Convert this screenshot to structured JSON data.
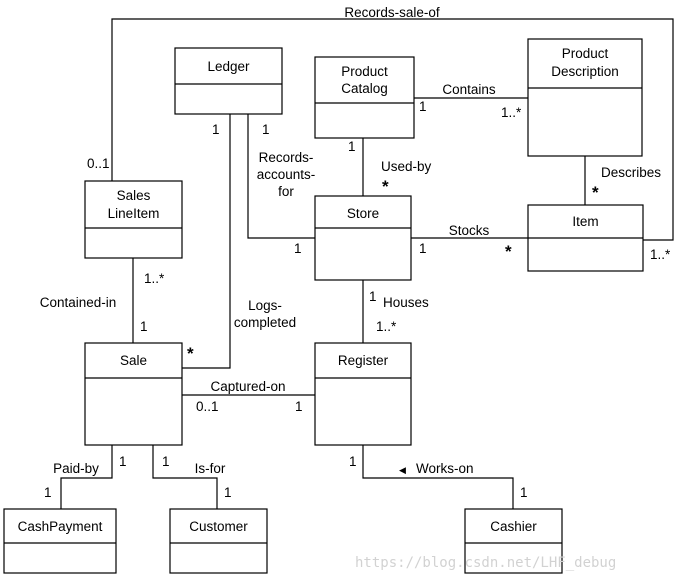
{
  "classes": {
    "ledger": "Ledger",
    "product_catalog": [
      "Product",
      "Catalog"
    ],
    "product_description": [
      "Product",
      "Description"
    ],
    "sales_lineitem": [
      "Sales",
      "LineItem"
    ],
    "store": "Store",
    "item": "Item",
    "sale": "Sale",
    "register": "Register",
    "cashpayment": "CashPayment",
    "customer": "Customer",
    "cashier": "Cashier"
  },
  "associations": {
    "records_sale_of": "Records-sale-of",
    "contains": "Contains",
    "records_accounts_for": [
      "Records-",
      "accounts-",
      "for"
    ],
    "used_by": "Used-by",
    "describes": "Describes",
    "stocks": "Stocks",
    "contained_in": "Contained-in",
    "logs_completed": [
      "Logs-",
      "completed"
    ],
    "houses": "Houses",
    "captured_on": "Captured-on",
    "paid_by": "Paid-by",
    "is_for": "Is-for",
    "works_on": "Works-on"
  },
  "multiplicities": {
    "lineitem_records_sale_of": "0..1",
    "item_records_sale_of": "1..*",
    "catalog_contains": "1",
    "description_contains": "1..*",
    "ledger_logs": "1",
    "ledger_records": "1",
    "catalog_used_by": "1",
    "store_used_by": "*",
    "description_describes": "*",
    "store_records": "1",
    "store_stocks": "1",
    "item_stocks": "*",
    "lineitem_contained_in": "1..*",
    "sale_contained_in": "1",
    "sale_logs": "*",
    "store_houses": "1",
    "register_houses": "1..*",
    "sale_captured_on": "0..1",
    "register_captured_on": "1",
    "sale_paid_by": "1",
    "cashpayment_paid_by": "1",
    "sale_is_for": "1",
    "customer_is_for": "1",
    "register_works_on": "1",
    "cashier_works_on": "1"
  },
  "direction_arrow": "◀",
  "watermark": "https://blog.csdn.net/LHF_debug"
}
